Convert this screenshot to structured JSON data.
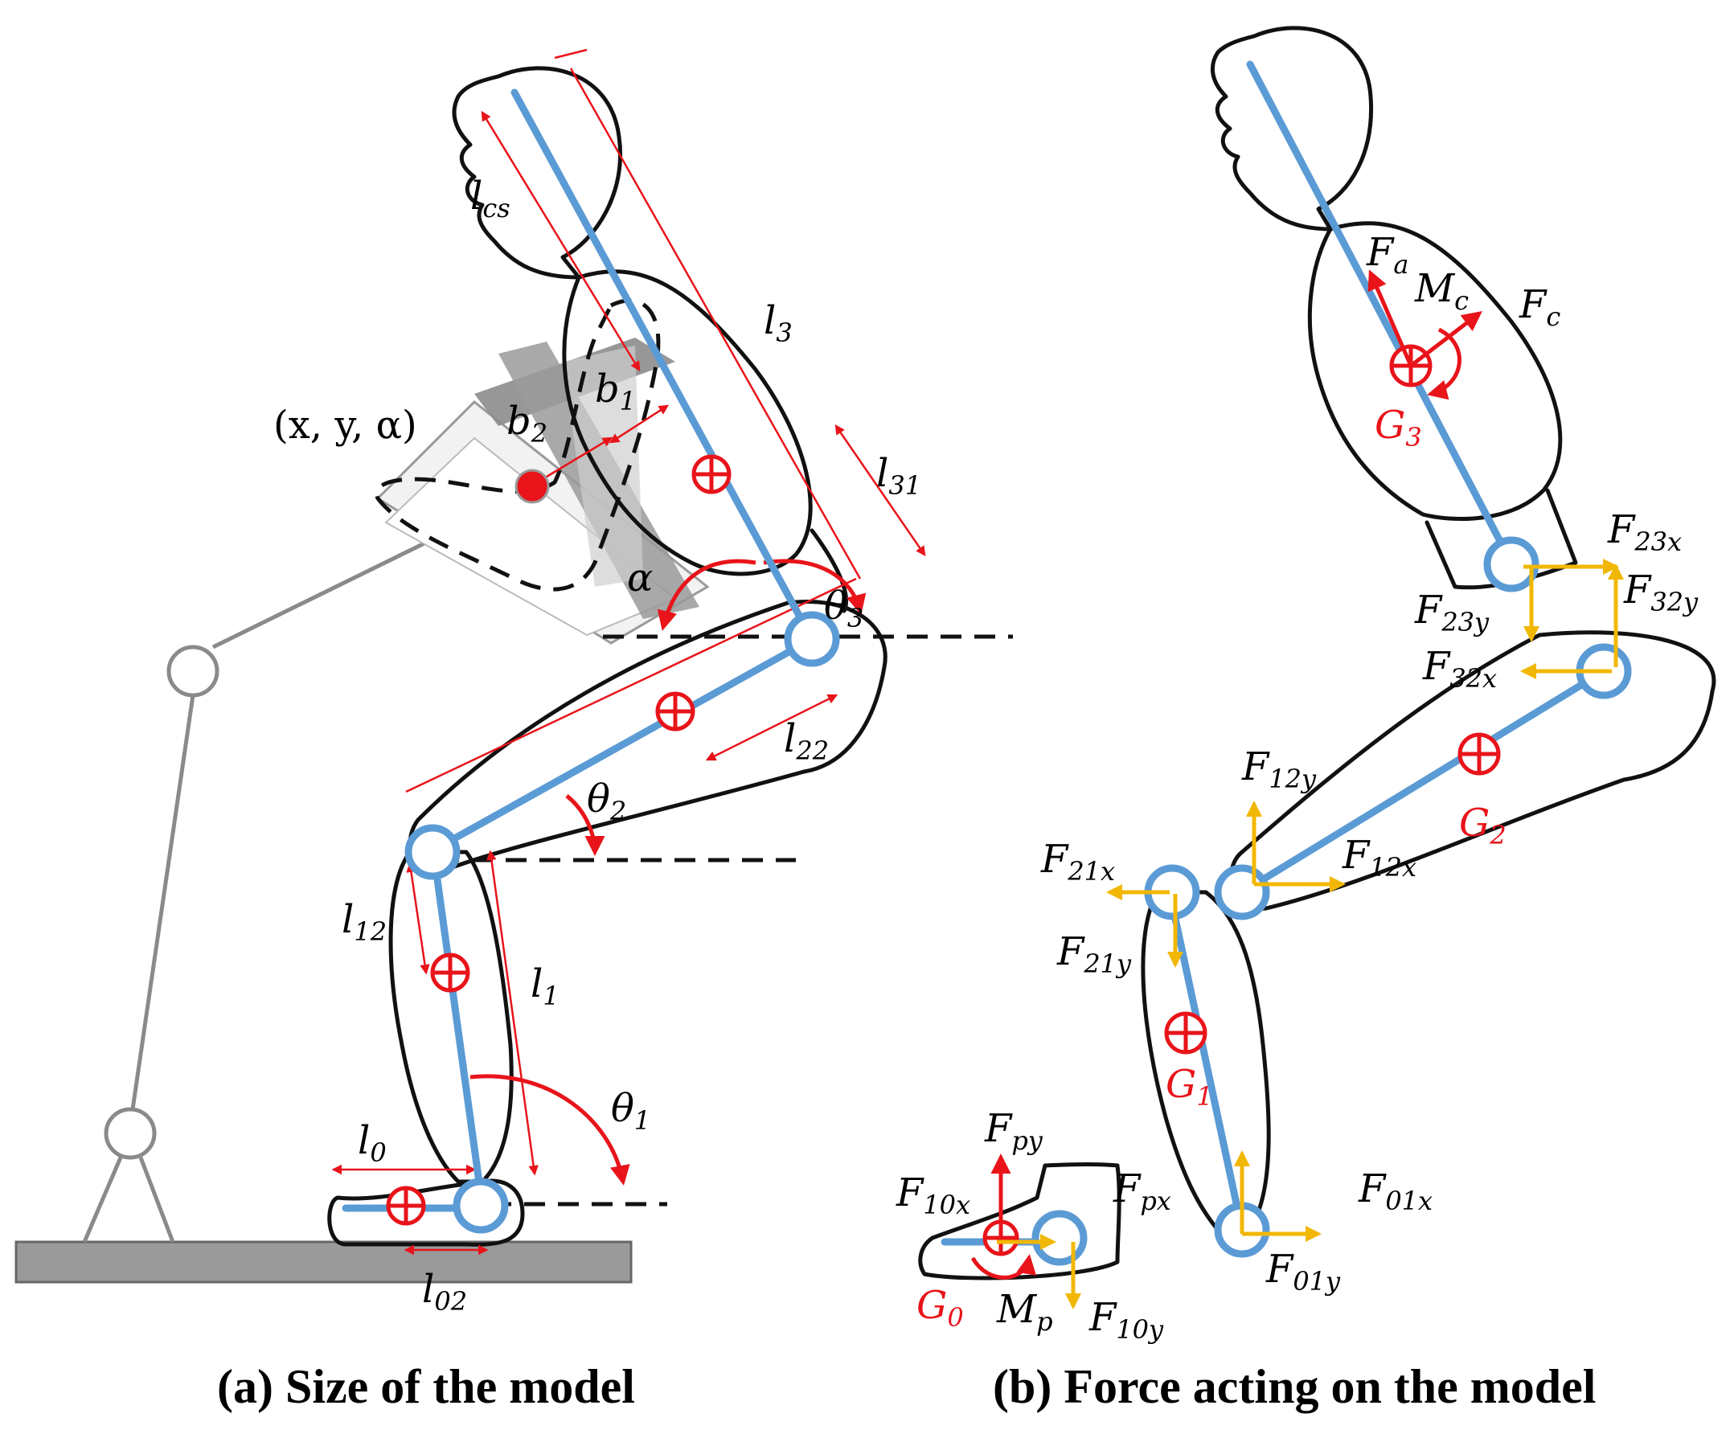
{
  "colors": {
    "bone": "#5b9bd5",
    "dimension": "#e8141a",
    "force": "#f2b705",
    "outline": "#111111",
    "stand": "#8a8a8a",
    "floor": "#9a9a9a"
  },
  "panel_a": {
    "caption": "(a) Size of the model",
    "labels": {
      "lcs": "l",
      "lcs_sub": "cs",
      "l3": "l",
      "l3_sub": "3",
      "l31": "l",
      "l31_sub": "31",
      "b1": "b",
      "b1_sub": "1",
      "b2": "b",
      "b2_sub": "2",
      "pose": "(x, y, α)",
      "alpha": "α",
      "theta3": "θ",
      "theta3_sub": "3",
      "l22": "l",
      "l22_sub": "22",
      "theta2": "θ",
      "theta2_sub": "2",
      "l12": "l",
      "l12_sub": "12",
      "l1": "l",
      "l1_sub": "1",
      "theta1": "θ",
      "theta1_sub": "1",
      "l0": "l",
      "l0_sub": "0",
      "l02": "l",
      "l02_sub": "02"
    }
  },
  "panel_b": {
    "caption": "(b) Force acting on the model",
    "labels": {
      "Fa": "F",
      "Fa_sub": "a",
      "Mc": "M",
      "Mc_sub": "c",
      "Fc": "F",
      "Fc_sub": "c",
      "G3": "G",
      "G3_sub": "3",
      "F23x": "F",
      "F23x_sub": "23x",
      "F32y": "F",
      "F32y_sub": "32y",
      "F23y": "F",
      "F23y_sub": "23y",
      "F32x": "F",
      "F32x_sub": "32x",
      "F12y": "F",
      "F12y_sub": "12y",
      "F12x": "F",
      "F12x_sub": "12x",
      "G2": "G",
      "G2_sub": "2",
      "F21x": "F",
      "F21x_sub": "21x",
      "F21y": "F",
      "F21y_sub": "21y",
      "G1": "G",
      "G1_sub": "1",
      "Fpy": "F",
      "Fpy_sub": "py",
      "F10x": "F",
      "F10x_sub": "10x",
      "Fpx": "F",
      "Fpx_sub": "px",
      "F01x": "F",
      "F01x_sub": "01x",
      "F01y": "F",
      "F01y_sub": "01y",
      "G0": "G",
      "G0_sub": "0",
      "Mp": "M",
      "Mp_sub": "p",
      "F10y": "F",
      "F10y_sub": "10y"
    }
  }
}
